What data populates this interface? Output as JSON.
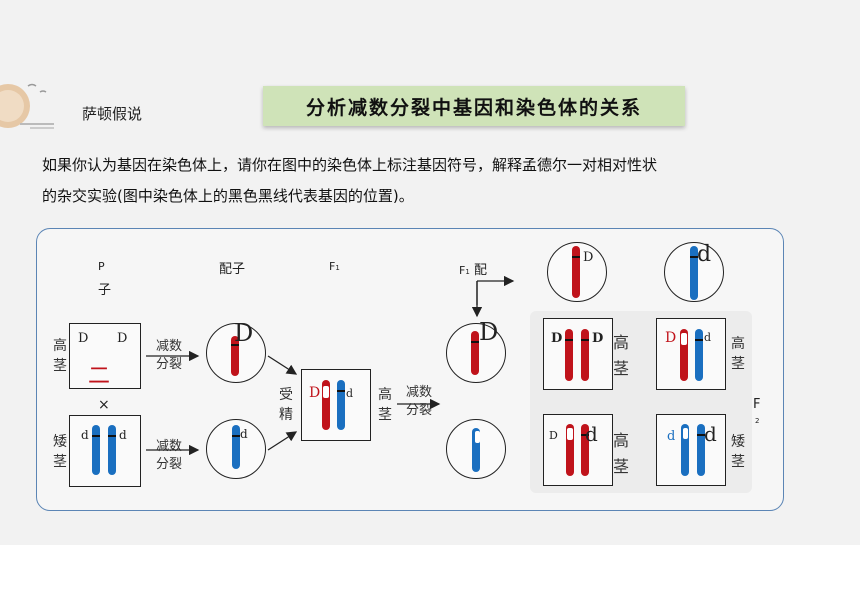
{
  "header": {
    "section_label": "萨顿假说",
    "title": "分析减数分裂中基因和染色体的关系"
  },
  "paragraph": {
    "line1": "如果你认为基因在染色体上，请你在图中的染色体上标注基因符号，解释孟德尔一对相对性状",
    "line2": "的杂交实验(图中染色体上的黑色黑线代表基因的位置)。"
  },
  "diagram": {
    "col_p": "P",
    "col_p_sub": "子",
    "col_gamete": "配子",
    "col_f1": "F",
    "col_f1_sub": "1",
    "col_f1_gamete_f": "F",
    "col_f1_gamete_sub": "1",
    "col_f1_gamete": "配",
    "tall_label": "高茎",
    "short_label": "矮茎",
    "cross": "×",
    "meiosis": "减数分裂",
    "fertilize": "受精",
    "red_mark": "二",
    "f1_tall": "高茎",
    "f1_meiosis": "减数分裂",
    "f2_label": "F",
    "f2_sub": "2",
    "genes": {
      "D": "D",
      "d": "d"
    },
    "offspring": {
      "tl": "高茎",
      "tr": "高茎",
      "bl": "高茎",
      "br": "矮茎"
    }
  }
}
